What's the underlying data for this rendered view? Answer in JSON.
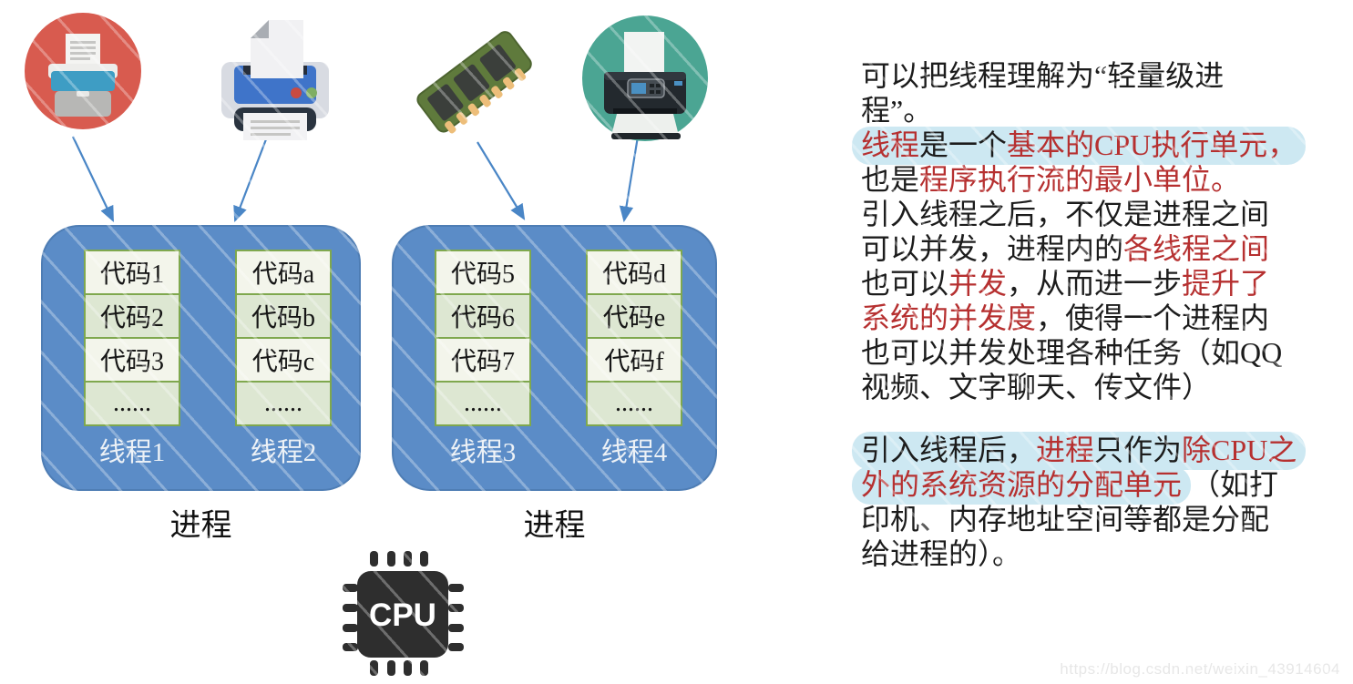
{
  "colors": {
    "process_box": "#5b8cc7",
    "process_box_border": "#4e7db4",
    "cell_light": "#f3f5eb",
    "cell_green": "#dde7d2",
    "cell_border": "#7fa84e",
    "thread_label": "#ecf1f6",
    "text_black": "#1c1c1c",
    "text_red": "#b63030",
    "highlight": "#cde8f2",
    "arrow": "#4a86c6",
    "red_circle": "#d85b4f",
    "teal_circle": "#4ba593",
    "cpu_dark": "#2e2e2e",
    "watermark": "#e7e7e7"
  },
  "diagram": {
    "icons": [
      {
        "name": "document-tray-icon"
      },
      {
        "name": "printer-icon"
      },
      {
        "name": "ram-icon"
      },
      {
        "name": "inkjet-printer-icon"
      }
    ],
    "processes": [
      {
        "label": "进程",
        "threads": [
          {
            "label": "线程1",
            "cells": [
              "代码1",
              "代码2",
              "代码3",
              "......"
            ]
          },
          {
            "label": "线程2",
            "cells": [
              "代码a",
              "代码b",
              "代码c",
              "......"
            ]
          }
        ]
      },
      {
        "label": "进程",
        "threads": [
          {
            "label": "线程3",
            "cells": [
              "代码5",
              "代码6",
              "代码7",
              "......"
            ]
          },
          {
            "label": "线程4",
            "cells": [
              "代码d",
              "代码e",
              "代码f",
              "......"
            ]
          }
        ]
      }
    ],
    "cpu_label": "CPU"
  },
  "right_panel": {
    "paragraphs": [
      {
        "lines": [
          {
            "hl": false,
            "segs": [
              {
                "t": "可以把线程理解为“轻量级进",
                "c": "k"
              }
            ]
          },
          {
            "hl": false,
            "segs": [
              {
                "t": "程”。",
                "c": "k"
              }
            ]
          },
          {
            "hl": true,
            "segs": [
              {
                "t": "线程",
                "c": "r"
              },
              {
                "t": "是一个",
                "c": "k"
              },
              {
                "t": "基本的CPU执行单元，",
                "c": "r"
              }
            ]
          },
          {
            "hl": false,
            "segs": [
              {
                "t": "也是",
                "c": "k"
              },
              {
                "t": "程序执行流的最小单位。",
                "c": "r"
              }
            ]
          },
          {
            "hl": false,
            "segs": [
              {
                "t": "引入线程之后，不仅是进程之间",
                "c": "k"
              }
            ]
          },
          {
            "hl": false,
            "segs": [
              {
                "t": "可以并发，进程内的",
                "c": "k"
              },
              {
                "t": "各线程之间",
                "c": "r"
              }
            ]
          },
          {
            "hl": false,
            "segs": [
              {
                "t": "也可以",
                "c": "k"
              },
              {
                "t": "并发",
                "c": "r"
              },
              {
                "t": "，从而进一步",
                "c": "k"
              },
              {
                "t": "提升了",
                "c": "r"
              }
            ]
          },
          {
            "hl": false,
            "segs": [
              {
                "t": "系统的并发度",
                "c": "r"
              },
              {
                "t": "，使得一个进程内",
                "c": "k"
              }
            ]
          },
          {
            "hl": false,
            "segs": [
              {
                "t": "也可以并发处理各种任务（如QQ",
                "c": "k"
              }
            ]
          },
          {
            "hl": false,
            "segs": [
              {
                "t": "视频、文字聊天、传文件）",
                "c": "k"
              }
            ]
          }
        ]
      },
      {
        "lines": [
          {
            "hl": true,
            "segs": [
              {
                "t": "引入线程后，",
                "c": "k"
              },
              {
                "t": "进程",
                "c": "r"
              },
              {
                "t": "只作为",
                "c": "k"
              },
              {
                "t": "除CPU之",
                "c": "r"
              }
            ]
          },
          {
            "hl": false,
            "segs": [
              {
                "t": "外的系统资源的分配单元",
                "c": "r",
                "hl": true
              },
              {
                "t": "（如打",
                "c": "k"
              }
            ]
          },
          {
            "hl": false,
            "segs": [
              {
                "t": "印机、内存地址空间等都是分配",
                "c": "k"
              }
            ]
          },
          {
            "hl": false,
            "segs": [
              {
                "t": "给进程的）。",
                "c": "k"
              }
            ]
          }
        ]
      }
    ]
  },
  "watermark": "https://blog.csdn.net/weixin_43914604"
}
